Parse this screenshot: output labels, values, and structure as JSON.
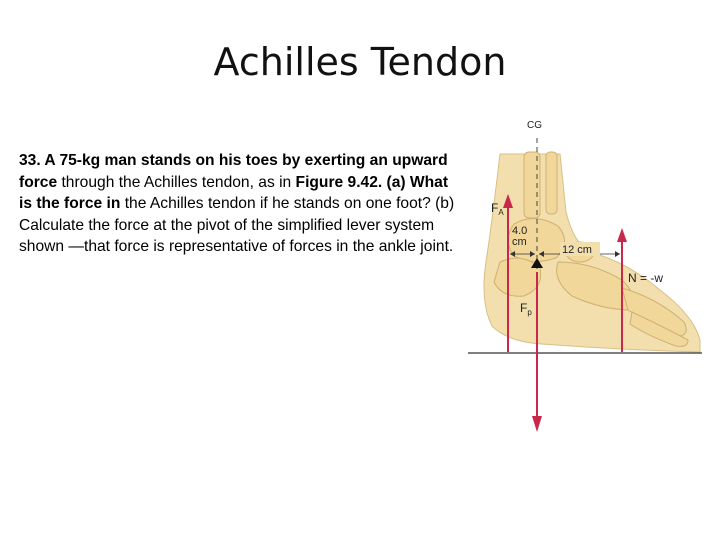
{
  "slide": {
    "title": "Achilles Tendon",
    "problem": {
      "p1": "33. A 75-kg man stands on his toes by exerting an upward force",
      "p2": " through the Achilles tendon, as in ",
      "p3": "Figure 9.42. (a) What is the force in",
      "p4": " the Achilles tendon if he stands on one foot? (b) Calculate the force at the pivot of the simplified lever system shown —that force is representative of forces in the ankle joint."
    }
  },
  "figure": {
    "cg_label": "CG",
    "fa_label": "F",
    "fa_sub": "A",
    "dim1_value": "4.0",
    "dim1_unit": "cm",
    "dim2": "12 cm",
    "n_label": "N = -w",
    "fp_label": "F",
    "fp_sub": "p",
    "colors": {
      "force_arrow": "#c8284a",
      "bone": "#f1d79a",
      "leg": "#f3dfae",
      "ground": "#555555"
    }
  }
}
